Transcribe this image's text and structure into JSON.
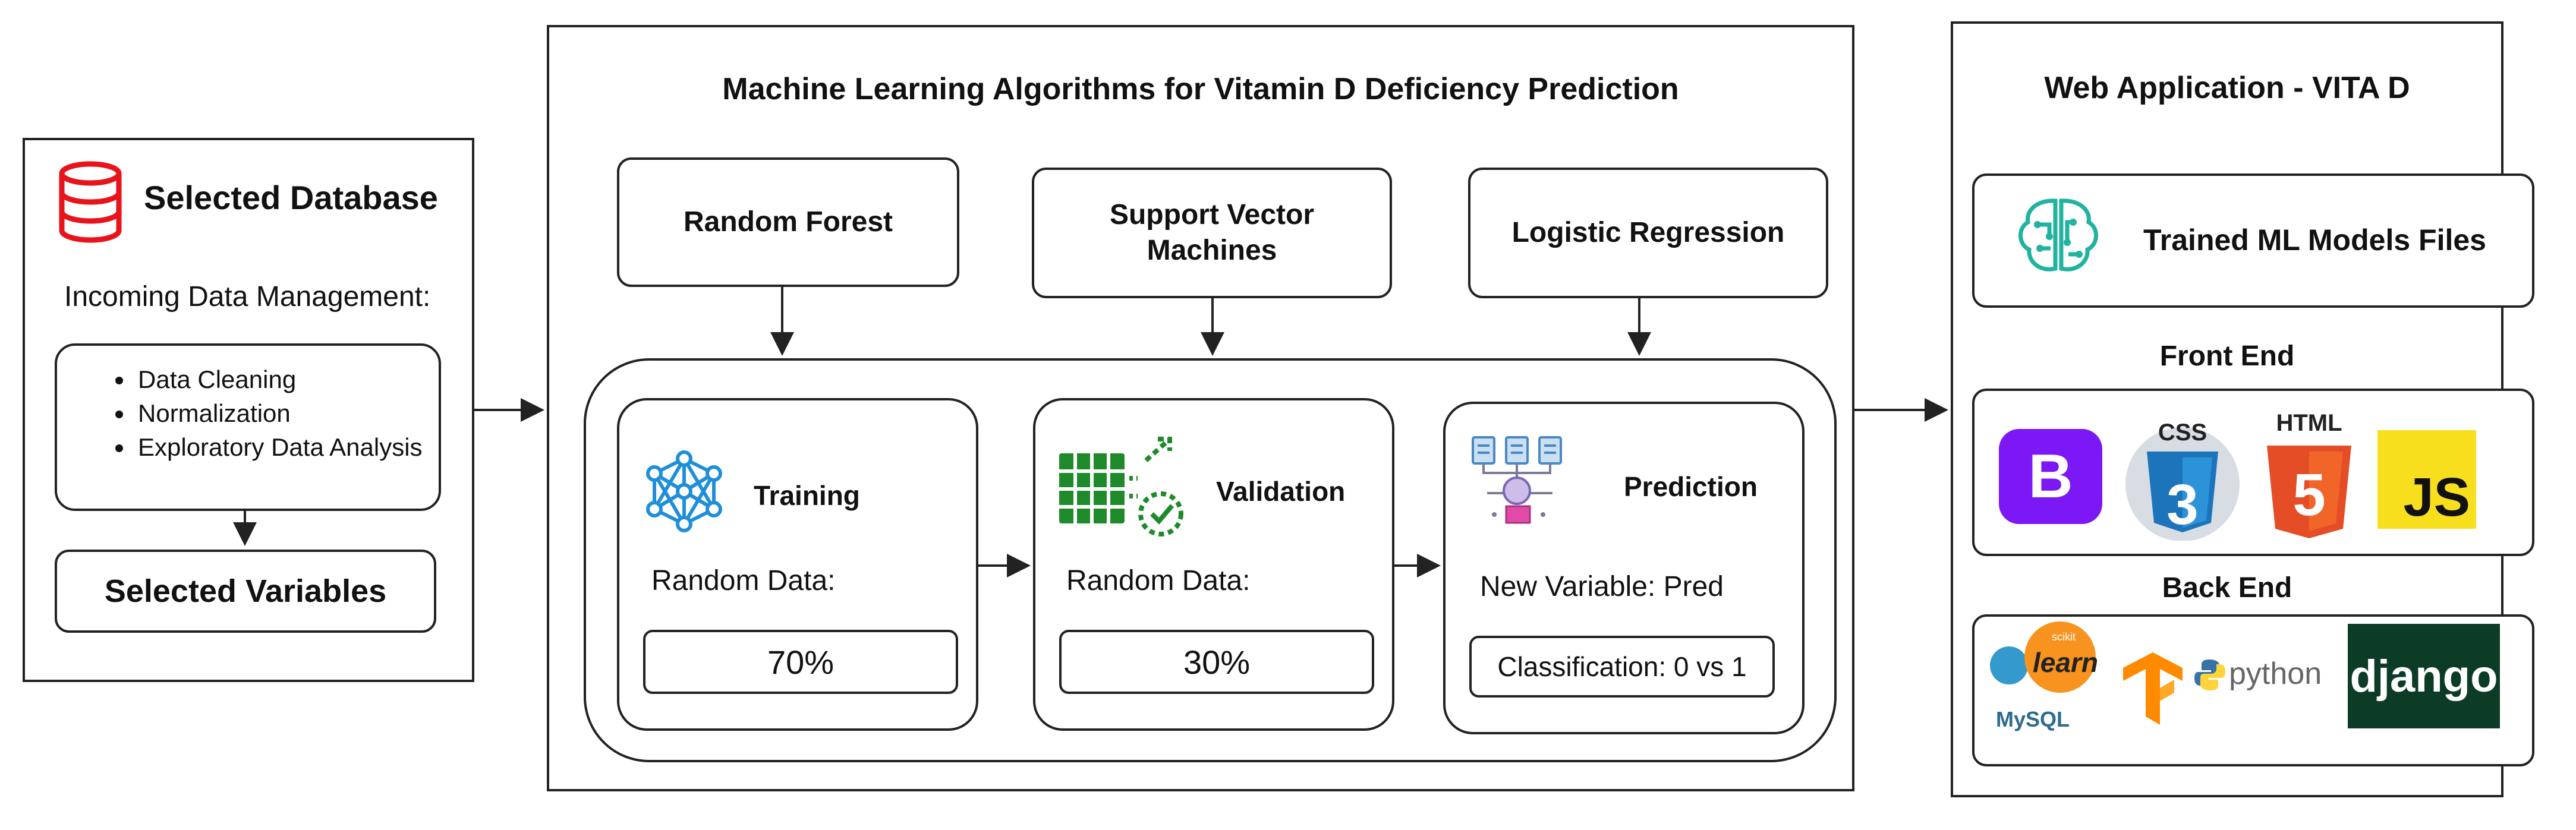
{
  "left_panel": {
    "title": "Selected Database",
    "incoming_label": "Incoming Data Management:",
    "steps": [
      "Data Cleaning",
      "Normalization",
      "Exploratory Data Analysis"
    ],
    "variables_label": "Selected Variables"
  },
  "ml_panel": {
    "title": "Machine Learning Algorithms for Vitamin D Deficiency Prediction",
    "algorithms": [
      "Random Forest",
      "Support Vector Machines",
      "Logistic Regression"
    ],
    "training": {
      "title": "Training",
      "sub": "Random Data:",
      "value": "70%"
    },
    "validation": {
      "title": "Validation",
      "sub": "Random Data:",
      "value": "30%"
    },
    "prediction": {
      "title": "Prediction",
      "sub": "New Variable: Pred",
      "value": "Classification: 0 vs 1"
    }
  },
  "web_panel": {
    "title": "Web Application - VITA D",
    "models_label": "Trained ML Models Files",
    "front_end_label": "Front End",
    "front_logos": {
      "bootstrap": "B",
      "css_text": "CSS",
      "css_num": "3",
      "html_text": "HTML",
      "html_num": "5",
      "js": "JS"
    },
    "back_end_label": "Back End",
    "back_logos": {
      "sklearn_small": "scikit",
      "sklearn": "learn",
      "mysql": "MySQL",
      "python": "python",
      "django": "django"
    }
  },
  "colors": {
    "stroke": "#222222",
    "database_red": "#e8131b",
    "network_blue": "#1e8fd8",
    "validation_green": "#1f8a2a",
    "brain_teal": "#20b3a0",
    "bootstrap": "#7b18f5",
    "css": "#1c74bb",
    "html": "#e44d26",
    "js": "#f7df1e",
    "django": "#0c3c26",
    "tensorflow": "#ff8a00",
    "python_blue": "#3773a5",
    "python_yellow": "#ffd43b",
    "sklearn_orange": "#f7931e",
    "sklearn_blue": "#3499cd"
  }
}
